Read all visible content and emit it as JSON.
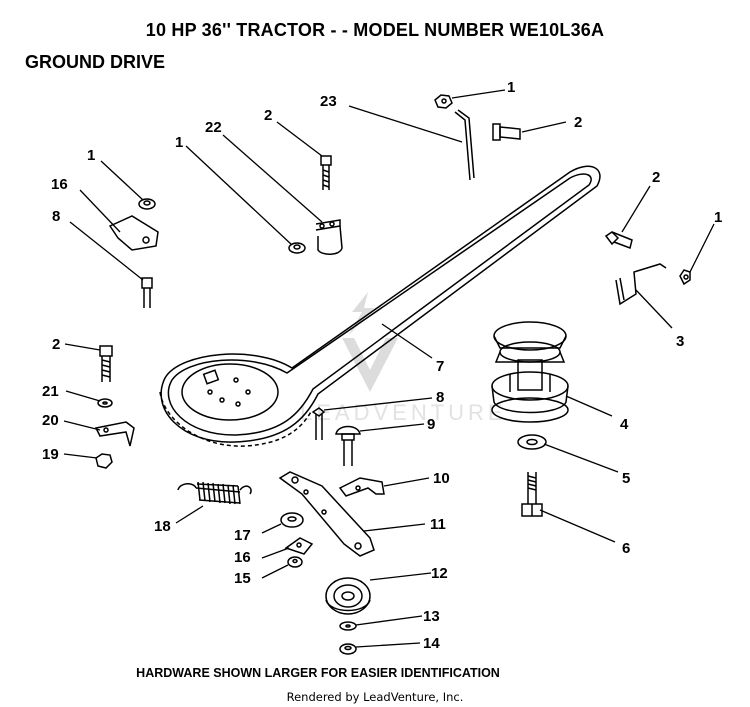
{
  "header": {
    "title": "10 HP 36'' TRACTOR - - MODEL NUMBER WE10L36A",
    "subtitle": "GROUND DRIVE"
  },
  "watermark": {
    "text": "LEADVENTURE"
  },
  "footer": {
    "note": "HARDWARE SHOWN LARGER FOR EASIER IDENTIFICATION",
    "credit": "Rendered by LeadVenture, Inc."
  },
  "callouts": [
    "1",
    "1",
    "1",
    "1",
    "2",
    "2",
    "2",
    "2",
    "3",
    "4",
    "5",
    "6",
    "7",
    "8",
    "8",
    "9",
    "10",
    "11",
    "12",
    "13",
    "14",
    "15",
    "16",
    "16",
    "17",
    "18",
    "19",
    "20",
    "21",
    "22",
    "23"
  ]
}
